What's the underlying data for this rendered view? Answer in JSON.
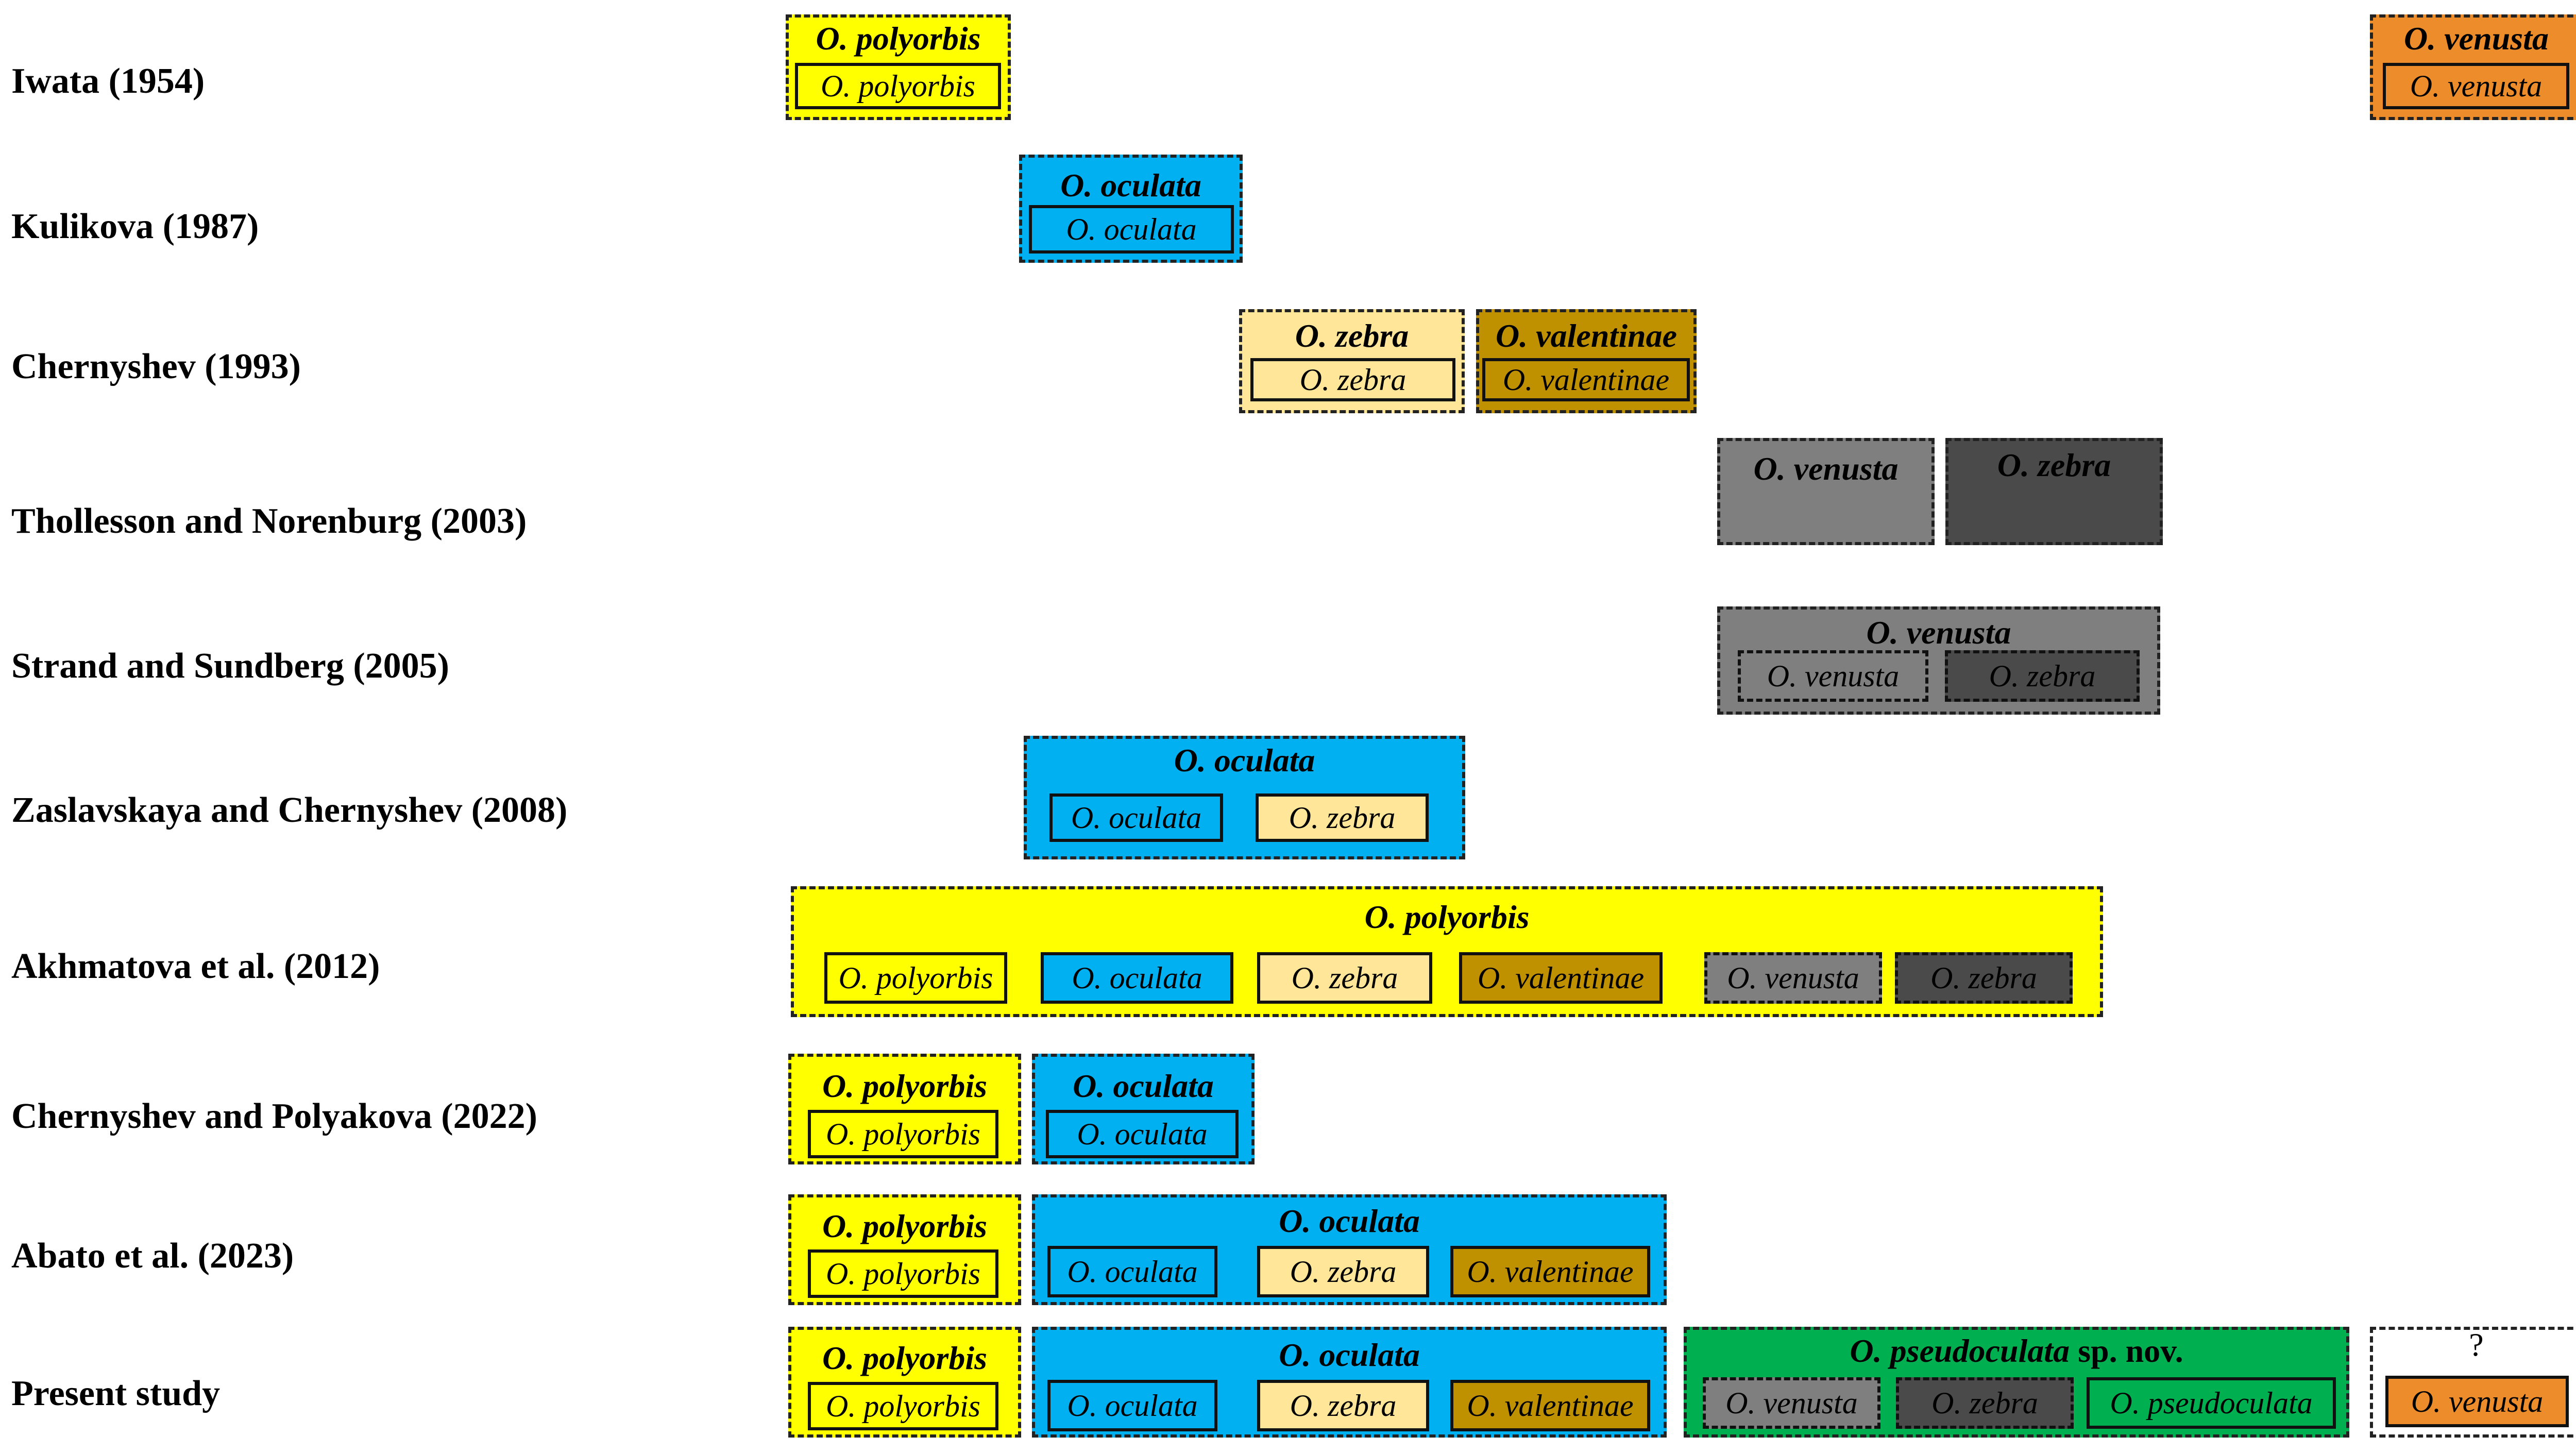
{
  "colors": {
    "polyorbis": "#ffff00",
    "oculata": "#00b0f0",
    "zebra_light": "#ffe699",
    "valentinae": "#bf9000",
    "venusta_grey": "#7f7f7f",
    "zebra_dark": "#4a4a4a",
    "venusta_orange": "#ed8c2a",
    "pseudoculata": "#00b050",
    "unknown": "#ffffff"
  },
  "rows": [
    {
      "label": "Iwata (1954)",
      "groups": [
        {
          "title": "O. polyorbis",
          "color": "polyorbis",
          "chips": [
            {
              "text": "O. polyorbis",
              "color": "polyorbis"
            }
          ]
        },
        {
          "title": "O. venusta",
          "color": "venusta_orange",
          "chips": [
            {
              "text": "O. venusta",
              "color": "venusta_orange"
            }
          ]
        }
      ]
    },
    {
      "label": "Kulikova (1987)",
      "groups": [
        {
          "title": "O. oculata",
          "color": "oculata",
          "chips": [
            {
              "text": "O. oculata",
              "color": "oculata"
            }
          ]
        }
      ]
    },
    {
      "label": "Chernyshev (1993)",
      "groups": [
        {
          "title": "O. zebra",
          "color": "zebra_light",
          "chips": [
            {
              "text": "O. zebra",
              "color": "zebra_light"
            }
          ]
        },
        {
          "title": "O. valentinae",
          "color": "valentinae",
          "chips": [
            {
              "text": "O. valentinae",
              "color": "valentinae"
            }
          ]
        }
      ]
    },
    {
      "label": "Thollesson and Norenburg (2003)",
      "groups": [
        {
          "title": "O. venusta",
          "color": "venusta_grey",
          "chips": []
        },
        {
          "title": "O. zebra",
          "color": "zebra_dark",
          "chips": []
        }
      ]
    },
    {
      "label": "Strand and Sundberg (2005)",
      "groups": [
        {
          "title": "O. venusta",
          "color": "venusta_grey",
          "chips": [
            {
              "text": "O. venusta",
              "color": "venusta_grey",
              "dashed": true
            },
            {
              "text": "O. zebra",
              "color": "zebra_dark",
              "dashed": true
            }
          ]
        }
      ]
    },
    {
      "label": "Zaslavskaya and Chernyshev (2008)",
      "groups": [
        {
          "title": "O. oculata",
          "color": "oculata",
          "chips": [
            {
              "text": "O. oculata",
              "color": "oculata"
            },
            {
              "text": "O. zebra",
              "color": "zebra_light"
            }
          ]
        }
      ]
    },
    {
      "label": "Akhmatova et al. (2012)",
      "groups": [
        {
          "title": "O. polyorbis",
          "color": "polyorbis",
          "chips": [
            {
              "text": "O. polyorbis",
              "color": "polyorbis"
            },
            {
              "text": "O. oculata",
              "color": "oculata"
            },
            {
              "text": "O. zebra",
              "color": "zebra_light"
            },
            {
              "text": "O. valentinae",
              "color": "valentinae"
            },
            {
              "text": "O. venusta",
              "color": "venusta_grey",
              "dashed": true
            },
            {
              "text": "O. zebra",
              "color": "zebra_dark",
              "dashed": true
            }
          ]
        }
      ]
    },
    {
      "label": "Chernyshev and Polyakova (2022)",
      "groups": [
        {
          "title": "O. polyorbis",
          "color": "polyorbis",
          "chips": [
            {
              "text": "O. polyorbis",
              "color": "polyorbis"
            }
          ]
        },
        {
          "title": "O. oculata",
          "color": "oculata",
          "chips": [
            {
              "text": "O. oculata",
              "color": "oculata"
            }
          ]
        }
      ]
    },
    {
      "label": "Abato et al. (2023)",
      "groups": [
        {
          "title": "O. polyorbis",
          "color": "polyorbis",
          "chips": [
            {
              "text": "O. polyorbis",
              "color": "polyorbis"
            }
          ]
        },
        {
          "title": "O. oculata",
          "color": "oculata",
          "chips": [
            {
              "text": "O. oculata",
              "color": "oculata"
            },
            {
              "text": "O. zebra",
              "color": "zebra_light"
            },
            {
              "text": "O. valentinae",
              "color": "valentinae"
            }
          ]
        }
      ]
    },
    {
      "label": "Present study",
      "groups": [
        {
          "title": "O. polyorbis",
          "color": "polyorbis",
          "chips": [
            {
              "text": "O. polyorbis",
              "color": "polyorbis"
            }
          ]
        },
        {
          "title": "O. oculata",
          "color": "oculata",
          "chips": [
            {
              "text": "O. oculata",
              "color": "oculata"
            },
            {
              "text": "O. zebra",
              "color": "zebra_light"
            },
            {
              "text": "O. valentinae",
              "color": "valentinae"
            }
          ]
        },
        {
          "title": "O. pseudoculata",
          "title_suffix": " sp. nov.",
          "color": "pseudoculata",
          "chips": [
            {
              "text": "O. venusta",
              "color": "venusta_grey",
              "dashed": true
            },
            {
              "text": "O. zebra",
              "color": "zebra_dark",
              "dashed": true
            },
            {
              "text": "O. pseudoculata",
              "color": "pseudoculata"
            }
          ]
        },
        {
          "title": "?",
          "color": "unknown",
          "plain_title": true,
          "chips": [
            {
              "text": "O. venusta",
              "color": "venusta_orange"
            }
          ]
        }
      ]
    }
  ]
}
